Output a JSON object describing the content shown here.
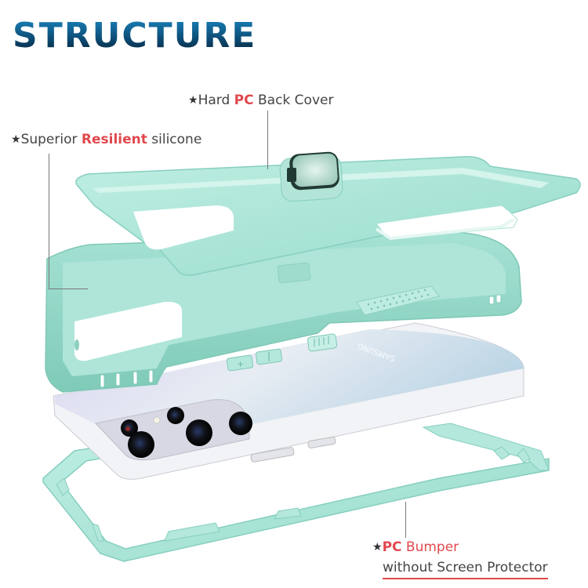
{
  "title": "STRUCTURE",
  "callouts": {
    "back_cover": {
      "star": "★",
      "prefix": "Hard ",
      "highlight": "PC",
      "suffix": " Back Cover"
    },
    "silicone": {
      "star": "★",
      "prefix": "Superior ",
      "highlight": "Resilient",
      "suffix": " silicone"
    },
    "bumper": {
      "star": "★",
      "highlight": "PC",
      "suffix": " Bumper",
      "line2": "without Screen Protector"
    }
  },
  "phone": {
    "brand_text": "SAMSUNG"
  },
  "colors": {
    "title_gradient_top": "#1a7fb8",
    "title_gradient_bottom": "#06263d",
    "accent_red": "#e0484d",
    "case_mint": "#a8e3d6",
    "case_mint_light": "#c8efe6",
    "case_mint_dark": "#86cfbf",
    "phone_silver": "#dfe3ea",
    "callout_line": "#777777"
  }
}
